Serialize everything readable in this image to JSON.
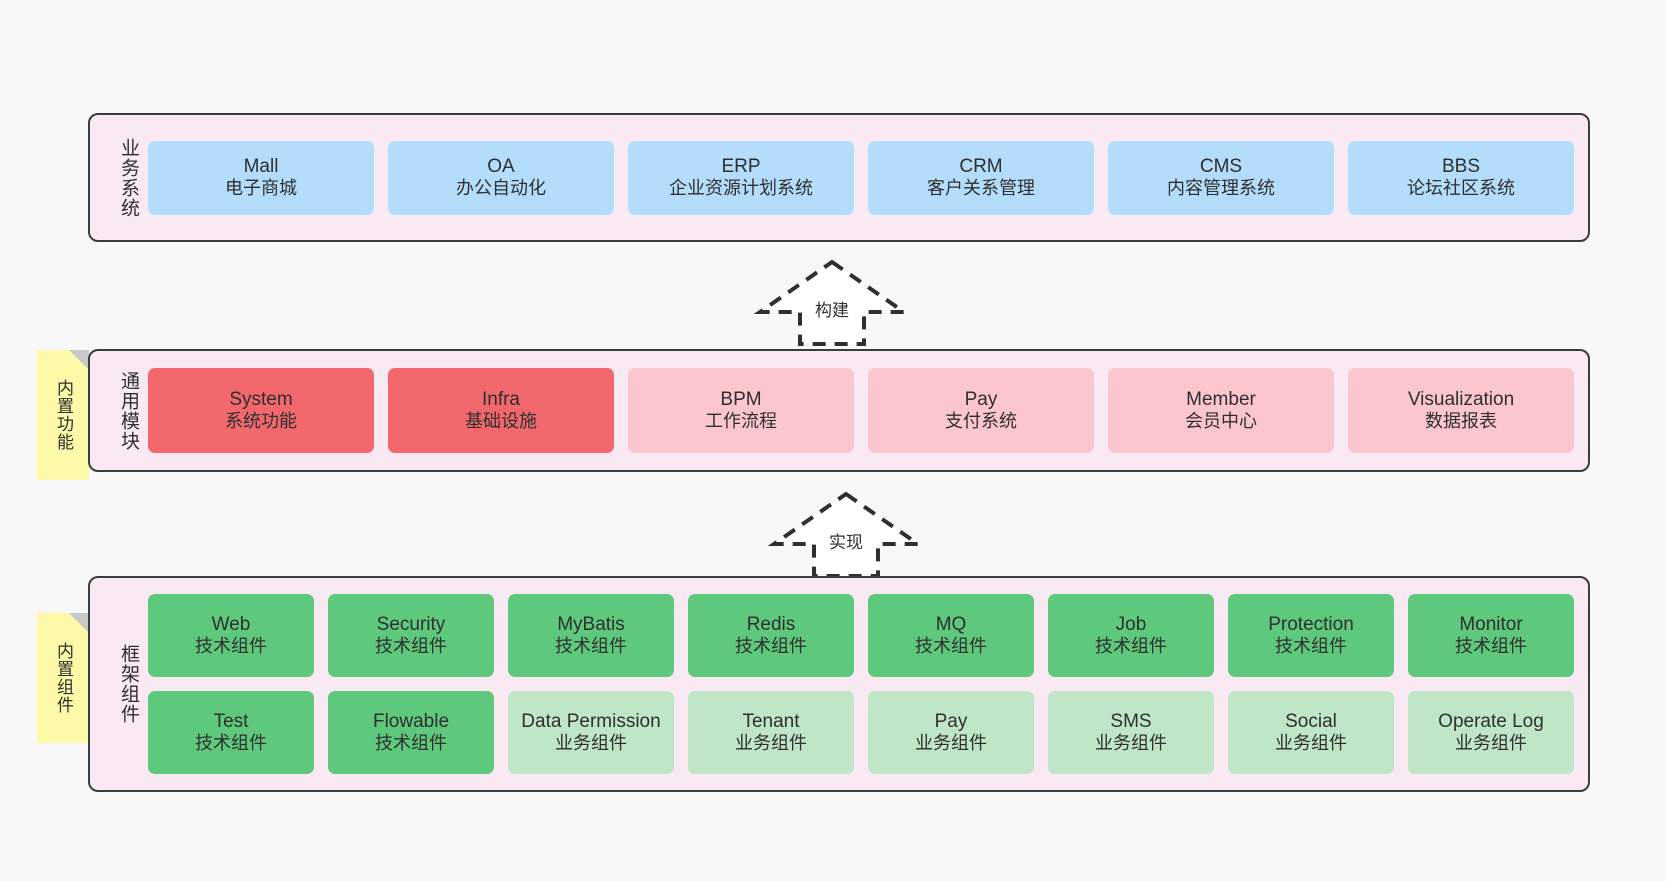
{
  "diagram": {
    "background_color": "#f8f8f8",
    "layers": [
      {
        "id": "business",
        "title": "业务系统",
        "cells": [
          {
            "en": "Mall",
            "cn": "电子商城",
            "color": "#b4ddfb"
          },
          {
            "en": "OA",
            "cn": "办公自动化",
            "color": "#b4ddfb"
          },
          {
            "en": "ERP",
            "cn": "企业资源计划系统",
            "color": "#b4ddfb"
          },
          {
            "en": "CRM",
            "cn": "客户关系管理",
            "color": "#b4ddfb"
          },
          {
            "en": "CMS",
            "cn": "内容管理系统",
            "color": "#b4ddfb"
          },
          {
            "en": "BBS",
            "cn": "论坛社区系统",
            "color": "#b4ddfb"
          }
        ]
      },
      {
        "id": "modules",
        "title": "通用模块",
        "cells": [
          {
            "en": "System",
            "cn": "系统功能",
            "color": "#f2686d"
          },
          {
            "en": "Infra",
            "cn": "基础设施",
            "color": "#f2686d"
          },
          {
            "en": "BPM",
            "cn": "工作流程",
            "color": "#fcc6cf"
          },
          {
            "en": "Pay",
            "cn": "支付系统",
            "color": "#fcc6cf"
          },
          {
            "en": "Member",
            "cn": "会员中心",
            "color": "#fcc6cf"
          },
          {
            "en": "Visualization",
            "cn": "数据报表",
            "color": "#fcc6cf"
          }
        ]
      },
      {
        "id": "framework",
        "title": "框架组件",
        "cells": [
          {
            "en": "Web",
            "cn": "技术组件",
            "color": "#5ec97c"
          },
          {
            "en": "Security",
            "cn": "技术组件",
            "color": "#5ec97c"
          },
          {
            "en": "MyBatis",
            "cn": "技术组件",
            "color": "#5ec97c"
          },
          {
            "en": "Redis",
            "cn": "技术组件",
            "color": "#5ec97c"
          },
          {
            "en": "MQ",
            "cn": "技术组件",
            "color": "#5ec97c"
          },
          {
            "en": "Job",
            "cn": "技术组件",
            "color": "#5ec97c"
          },
          {
            "en": "Protection",
            "cn": "技术组件",
            "color": "#5ec97c"
          },
          {
            "en": "Monitor",
            "cn": "技术组件",
            "color": "#5ec97c"
          },
          {
            "en": "Test",
            "cn": "技术组件",
            "color": "#5ec97c"
          },
          {
            "en": "Flowable",
            "cn": "技术组件",
            "color": "#5ec97c"
          },
          {
            "en": "Data Permission",
            "cn": "业务组件",
            "color": "#bfe6c6"
          },
          {
            "en": "Tenant",
            "cn": "业务组件",
            "color": "#bfe6c6"
          },
          {
            "en": "Pay",
            "cn": "业务组件",
            "color": "#bfe6c6"
          },
          {
            "en": "SMS",
            "cn": "业务组件",
            "color": "#bfe6c6"
          },
          {
            "en": "Social",
            "cn": "业务组件",
            "color": "#bfe6c6"
          },
          {
            "en": "Operate Log",
            "cn": "业务组件",
            "color": "#bfe6c6"
          }
        ]
      }
    ],
    "notes": [
      {
        "id": "builtin-func",
        "text": "内置功能",
        "color": "#fcfaa8"
      },
      {
        "id": "builtin-comp",
        "text": "内置组件",
        "color": "#fcfaa8"
      }
    ],
    "arrows": [
      {
        "id": "build",
        "label": "构建",
        "style": "dashed-hollow-up"
      },
      {
        "id": "impl",
        "label": "实现",
        "style": "dashed-hollow-up"
      }
    ]
  }
}
